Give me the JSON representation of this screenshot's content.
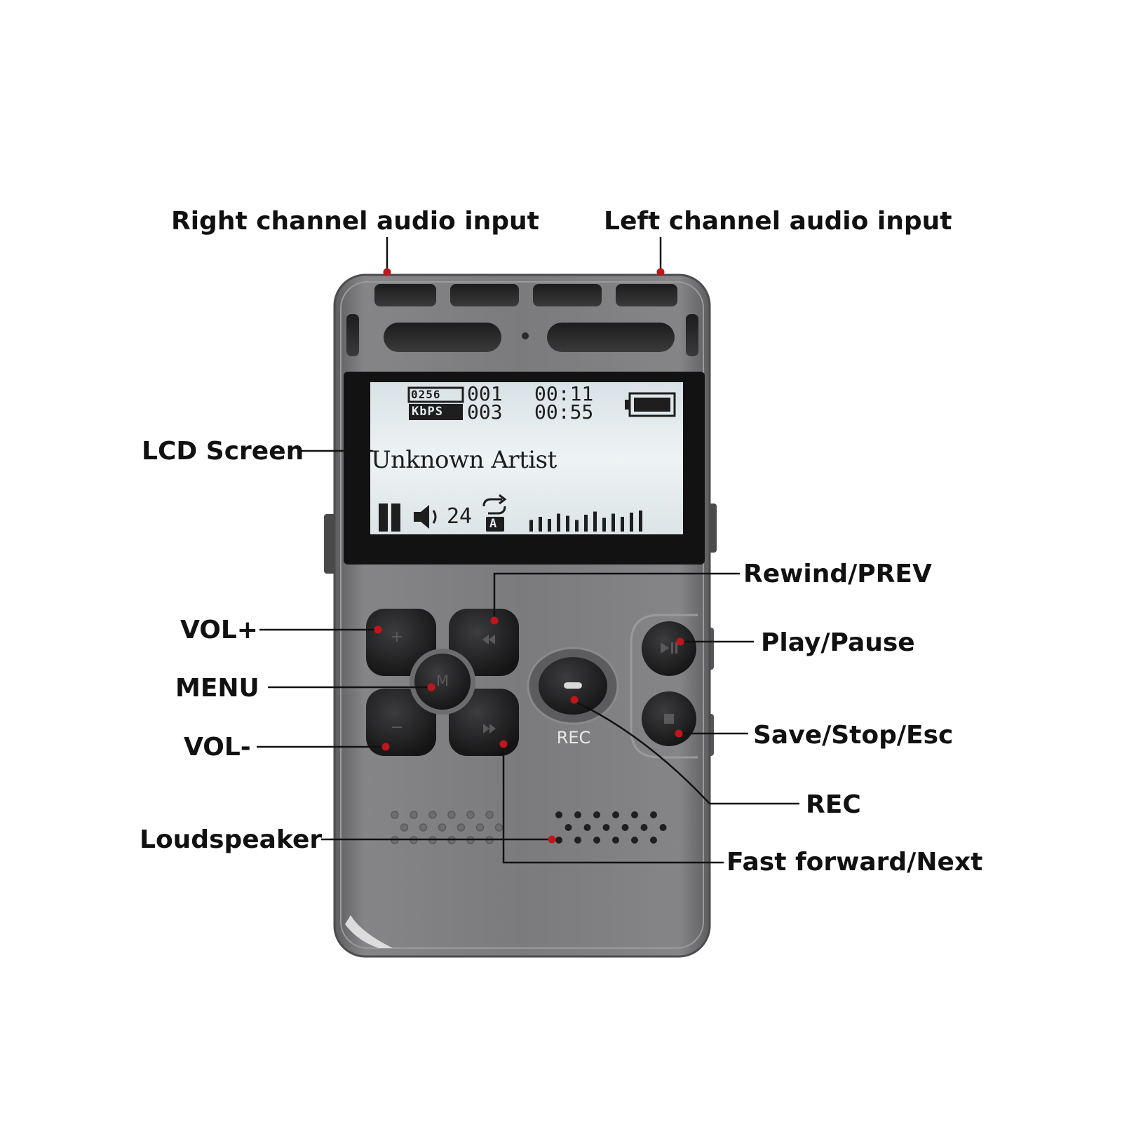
{
  "callouts": {
    "right_channel": "Right channel audio input",
    "left_channel": "Left channel audio input",
    "lcd_screen": "LCD Screen",
    "rewind": "Rewind/PREV",
    "vol_plus": "VOL+",
    "play_pause": "Play/Pause",
    "menu": "MENU",
    "vol_minus": "VOL-",
    "save_stop": "Save/Stop/Esc",
    "rec": "REC",
    "loudspeaker": "Loudspeaker",
    "fast_forward": "Fast forward/Next"
  },
  "lcd": {
    "bitrate_value": "0256",
    "bitrate_unit": "KbPS",
    "track_current": "001",
    "track_total": "003",
    "time_elapsed": "00:11",
    "time_total": "00:55",
    "artist": "Unknown Artist",
    "volume": "24",
    "repeat_mode": "A",
    "equalizer_levels": [
      0.55,
      0.7,
      0.6,
      0.85,
      0.75,
      0.55,
      0.8,
      0.95,
      0.65,
      0.85,
      0.7,
      0.9,
      1.0
    ]
  },
  "device": {
    "rec_label": "REC",
    "menu_glyph": "M",
    "vol_plus_glyph": "+",
    "vol_minus_glyph": "−"
  },
  "colors": {
    "body": "#7a7a7c",
    "lcd_background": "#e4ecee",
    "marker": "#c0161b",
    "leader": "#111111"
  },
  "icons": [
    "battery-icon",
    "pause-icon",
    "speaker-icon",
    "repeat-icon",
    "rewind-icon",
    "fast-forward-icon",
    "play-pause-icon",
    "stop-icon",
    "record-icon"
  ]
}
